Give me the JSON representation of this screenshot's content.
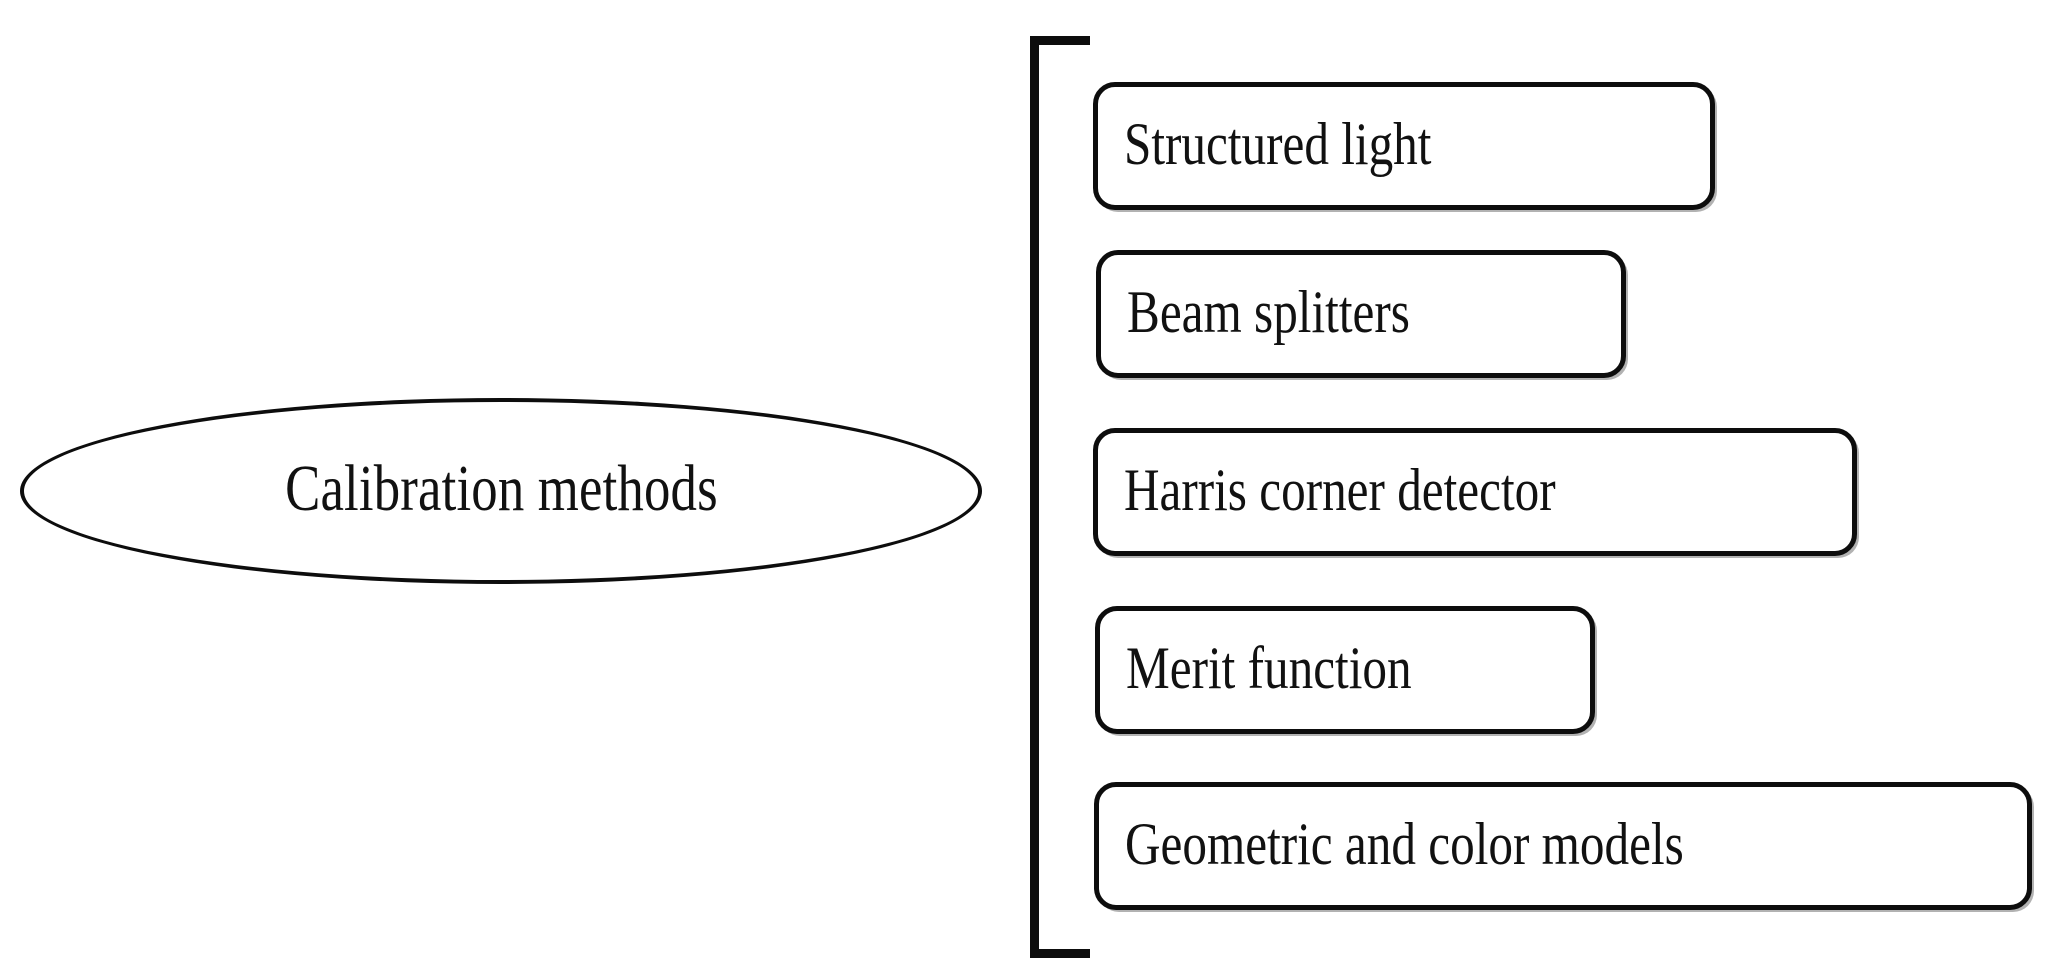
{
  "diagram": {
    "type": "mind-map",
    "root": {
      "shape": "ellipse",
      "label": "Calibration methods"
    },
    "connector": {
      "shape": "square-bracket",
      "orientation": "left"
    },
    "branches": [
      {
        "label": "Structured light"
      },
      {
        "label": "Beam splitters"
      },
      {
        "label": "Harris corner detector"
      },
      {
        "label": "Merit function"
      },
      {
        "label": "Geometric and color models"
      }
    ],
    "colors": {
      "stroke": "#0d0d0d",
      "text": "#111111",
      "background": "#ffffff"
    }
  }
}
